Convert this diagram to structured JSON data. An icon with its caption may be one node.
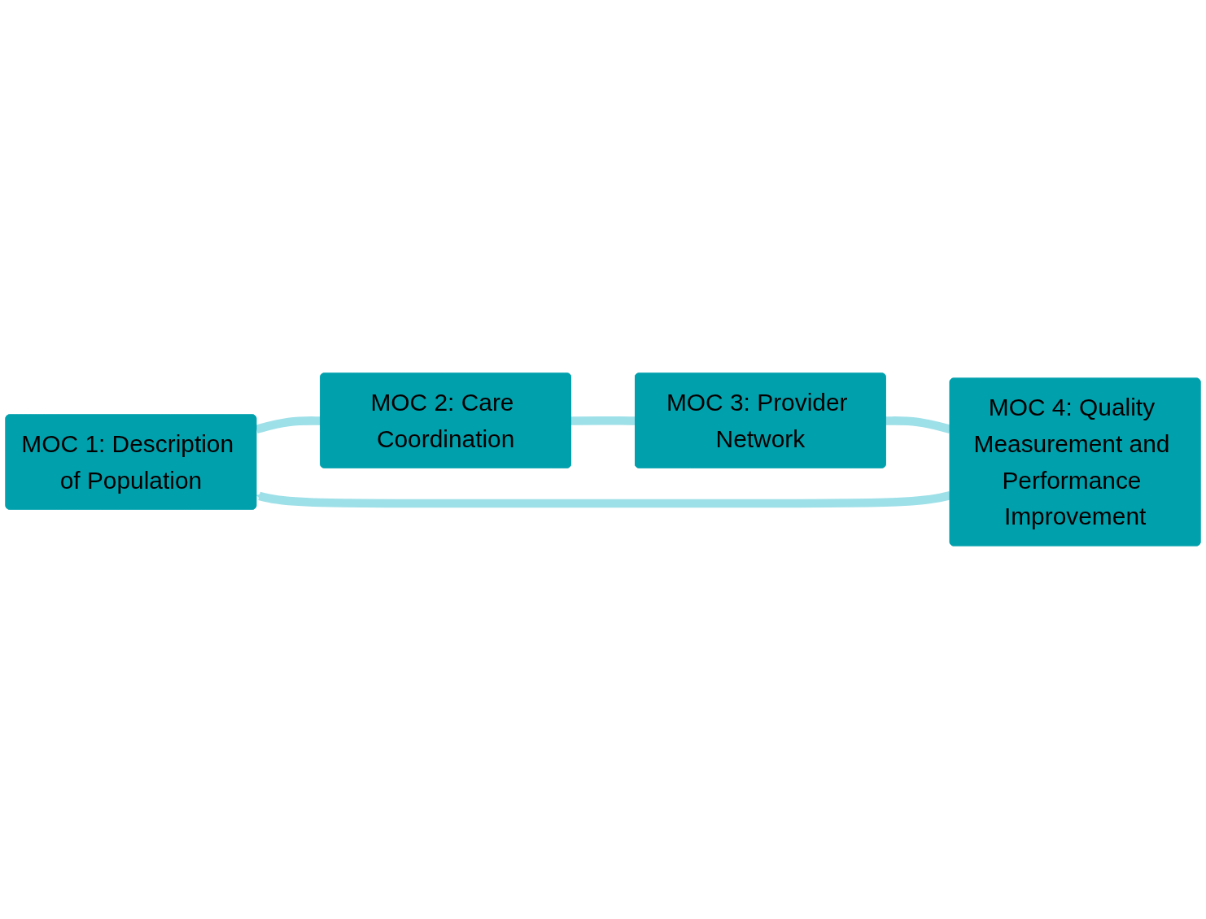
{
  "diagram": {
    "nodes": [
      {
        "text": [
          "MOC 1: Description of Population"
        ]
      },
      {
        "text": [
          "MOC 2: Care Coordination"
        ]
      },
      {
        "text": [
          "MOC 3: Provider Network"
        ]
      },
      {
        "text": [
          "MOC 4: Quality Measurement and Performance Improvement"
        ]
      }
    ],
    "edges": [
      {
        "from": 0,
        "to": 1,
        "arrow": "none"
      },
      {
        "from": 1,
        "to": 2,
        "arrow": "none"
      },
      {
        "from": 2,
        "to": 3,
        "arrow": "none"
      },
      {
        "from": 3,
        "to": 0,
        "arrow": "to"
      }
    ]
  }
}
